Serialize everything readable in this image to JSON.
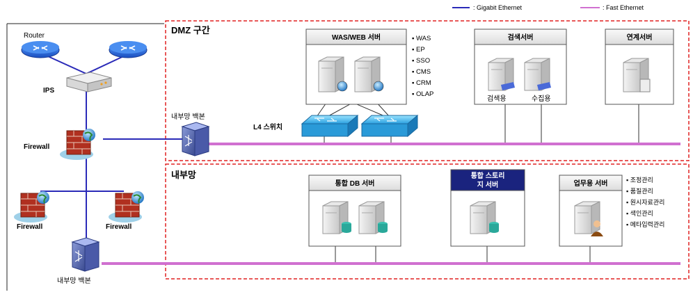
{
  "legend": {
    "gigabit": ": Gigabit Ethernet",
    "fast": ": Fast Ethernet",
    "gigabit_color": "#2a2ab8",
    "fast_color": "#d070d0"
  },
  "zones": {
    "dmz": "DMZ 구간",
    "internal": "내부망"
  },
  "devices": {
    "router": "Router",
    "ips": "IPS",
    "firewall_main": "Firewall",
    "firewall_left": "Firewall",
    "firewall_right": "Firewall",
    "backbone_top": "내부망 백본",
    "backbone_bottom": "내부망 백본",
    "l4_switch": "L4 스위치"
  },
  "servers": {
    "was_web": {
      "title": "WAS/WEB 서버",
      "items": [
        "WAS",
        "EP",
        "SSO",
        "CMS",
        "CRM",
        "OLAP"
      ]
    },
    "search": {
      "title": "검색서버",
      "labels": [
        "검색용",
        "수집용"
      ]
    },
    "link": {
      "title": "연계서버"
    },
    "db": {
      "title": "통합 DB 서버"
    },
    "storage": {
      "title_line1": "통합 스토리",
      "title_line2": "지 서버"
    },
    "business": {
      "title": "업무용 서버",
      "items": [
        "조정관리",
        "품질관리",
        "원시자료관리",
        "색인관리",
        "메타입력관리"
      ]
    }
  },
  "colors": {
    "zone_border": "#e02020",
    "storage_header": "#1a237e",
    "box_header": "#e8e8e8"
  },
  "icons": [
    "router-icon",
    "ips-icon",
    "firewall-icon",
    "switch-icon",
    "server-icon",
    "db-server-icon",
    "user-server-icon",
    "globe-icon"
  ]
}
